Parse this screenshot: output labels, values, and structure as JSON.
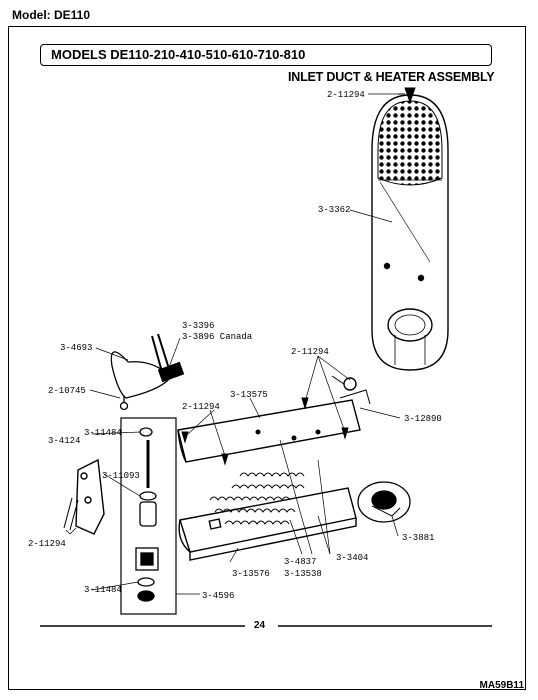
{
  "header": {
    "model_label": "Model:  DE110",
    "title": "MODELS DE110-210-410-510-610-710-810",
    "subtitle": "INLET DUCT & HEATER ASSEMBLY"
  },
  "parts": {
    "p_2_11294_top": "2-11294",
    "p_3_3362": "3-3362",
    "p_3_3396": "3-3396",
    "p_3_3896": "3-3896 Canada",
    "p_3_4693": "3-4693",
    "p_2_11294_mid": "2-11294",
    "p_2_10745": "2-10745",
    "p_3_13575": "3-13575",
    "p_2_11294_left": "2-11294",
    "p_3_12890": "3-12890",
    "p_3_11484_top": "3-11484",
    "p_3_4124": "3-4124",
    "p_3_11093": "3-11093",
    "p_2_11294_bottom": "2-11294",
    "p_3_3881": "3-3881",
    "p_3_3404": "3-3404",
    "p_3_4837": "3-4837",
    "p_3_13538": "3-13538",
    "p_3_13576": "3-13576",
    "p_3_11484_bottom": "3-11484",
    "p_3_4596": "3-4596"
  },
  "footer": {
    "page_number": "24",
    "document_code": "MA59B11"
  }
}
